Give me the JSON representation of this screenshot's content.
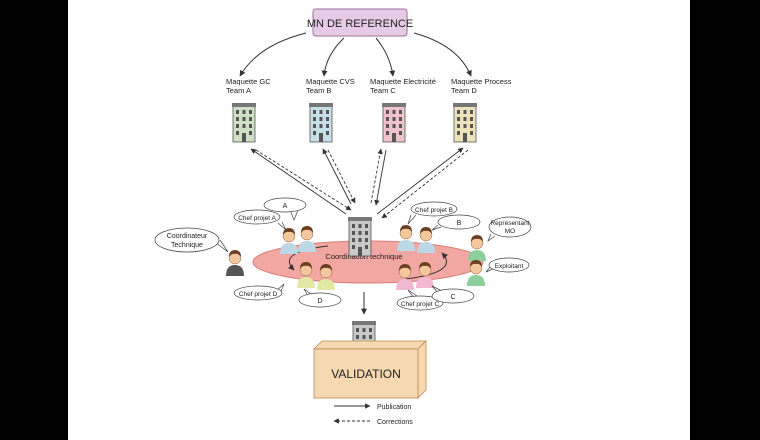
{
  "reference_box": {
    "label": "MN DE REFERENCE",
    "fill": "#e7cbe6",
    "stroke": "#9b6f9a"
  },
  "models": [
    {
      "line1": "Maquette GC",
      "line2": "Team A",
      "color": "#cfe0c4"
    },
    {
      "line1": "Maquette CVS",
      "line2": "Team B",
      "color": "#c7dfe6"
    },
    {
      "line1": "Maquette Electricité",
      "line2": "Team C",
      "color": "#f0c3cc"
    },
    {
      "line1": "Maquette Process",
      "line2": "Team D",
      "color": "#ece3b9"
    }
  ],
  "bubbles": {
    "coordinateur": [
      "Coordinateur",
      "Technique"
    ],
    "chef_a": "Chef projet A",
    "a": "A",
    "chef_b": "Chef projet B",
    "b": "B",
    "representant": [
      "Représentant",
      "MO"
    ],
    "exploitant": "Exploitant",
    "chef_d": "Chef projet D",
    "d": "D",
    "chef_c": "Chef projet C",
    "c": "C"
  },
  "coordination": {
    "label": "Coordination technique",
    "fill": "#f2a7a3",
    "stroke": "#d97f7a"
  },
  "validation": {
    "label": "VALIDATION",
    "fill": "#f6d9b0",
    "stroke": "#b98a52"
  },
  "legend": {
    "publication": "Publication",
    "corrections": "Corrections"
  }
}
